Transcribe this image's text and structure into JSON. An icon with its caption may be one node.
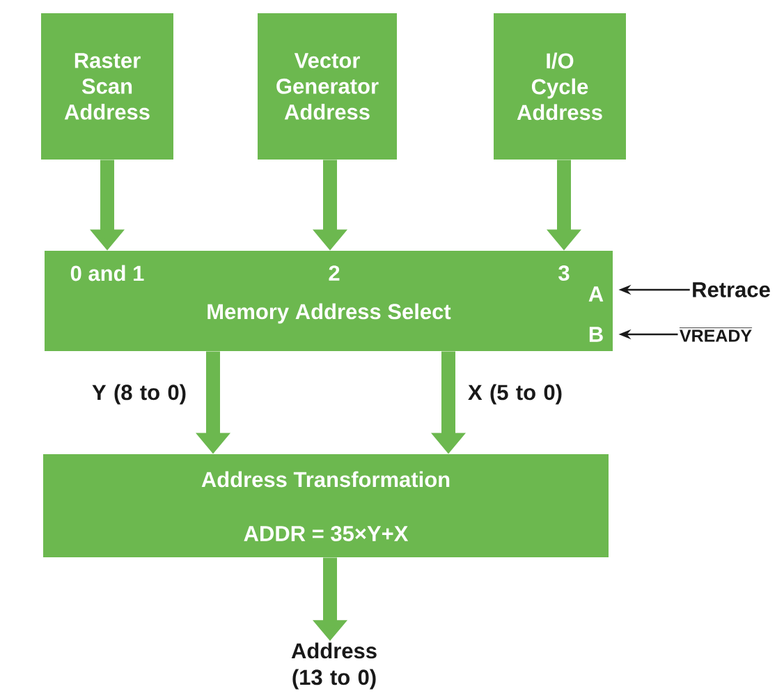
{
  "diagram": {
    "nodes": [
      {
        "text": [
          "Raster Scan Address"
        ]
      },
      {
        "text": [
          "Vector Generator Address"
        ]
      },
      {
        "text": [
          "I/O Cycle Address"
        ]
      },
      {
        "text": [
          "0 and 1",
          "2",
          "3",
          "Memory Address Select",
          "A",
          "B"
        ]
      },
      {
        "text": [
          "Retrace"
        ]
      },
      {
        "text": [
          "VREADY"
        ]
      },
      {
        "text": [
          "Address Transformation",
          "ADDR = 35×Y+X"
        ]
      },
      {
        "text": [
          "Address (13 to 0)"
        ]
      }
    ],
    "edges": [
      {
        "from": 0,
        "to": 3,
        "arrow": "to"
      },
      {
        "from": 1,
        "to": 3,
        "arrow": "to"
      },
      {
        "from": 2,
        "to": 3,
        "arrow": "to"
      },
      {
        "from": 4,
        "to": 3,
        "arrow": "to",
        "color": "#1a1a1a"
      },
      {
        "from": 5,
        "to": 3,
        "arrow": "to",
        "color": "#1a1a1a"
      },
      {
        "from": 3,
        "to": 6,
        "arrow": "to",
        "label": "Y (8 to 0)"
      },
      {
        "from": 3,
        "to": 6,
        "arrow": "to",
        "label": "X (5 to 0)"
      },
      {
        "from": 6,
        "to": 7,
        "arrow": "to"
      }
    ]
  }
}
